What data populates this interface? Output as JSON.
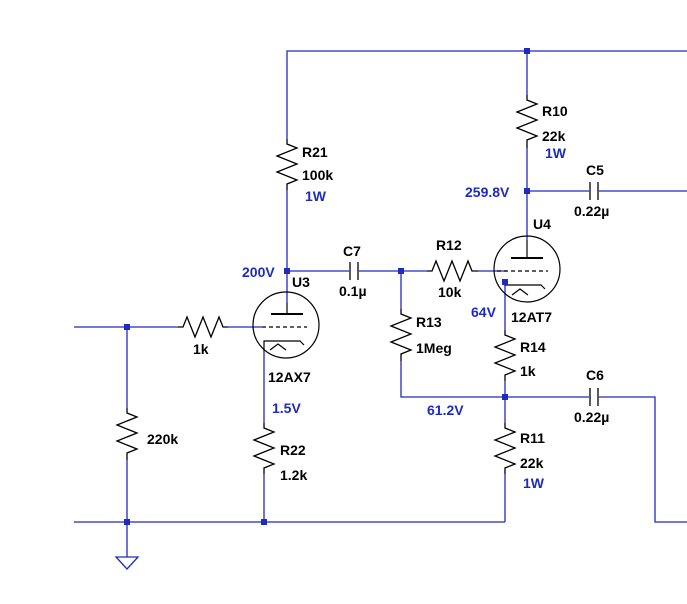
{
  "components": {
    "R21": {
      "ref": "R21",
      "value": "100k",
      "power": "1W"
    },
    "R10": {
      "ref": "R10",
      "value": "22k",
      "power": "1W"
    },
    "C5": {
      "ref": "C5",
      "value": "0.22µ"
    },
    "U4": {
      "ref": "U4",
      "type": "12AT7"
    },
    "C7": {
      "ref": "C7",
      "value": "0.1µ"
    },
    "R12": {
      "ref": "R12",
      "value": "10k"
    },
    "U3": {
      "ref": "U3",
      "type": "12AX7"
    },
    "R_grid": {
      "value": "1k"
    },
    "R13": {
      "ref": "R13",
      "value": "1Meg"
    },
    "R14": {
      "ref": "R14",
      "value": "1k"
    },
    "C6": {
      "ref": "C6",
      "value": "0.22µ"
    },
    "R_in": {
      "value": "220k"
    },
    "R22": {
      "ref": "R22",
      "value": "1.2k"
    },
    "R11": {
      "ref": "R11",
      "value": "22k",
      "power": "1W"
    }
  },
  "voltages": {
    "u4_plate": "259.8V",
    "u3_plate": "200V",
    "u4_cathode": "64V",
    "u3_cathode": "1.5V",
    "r13_bottom": "61.2V"
  },
  "colors": {
    "wire": "#1f2bbf",
    "component": "#000000",
    "annotation": "#1f2bbf"
  }
}
